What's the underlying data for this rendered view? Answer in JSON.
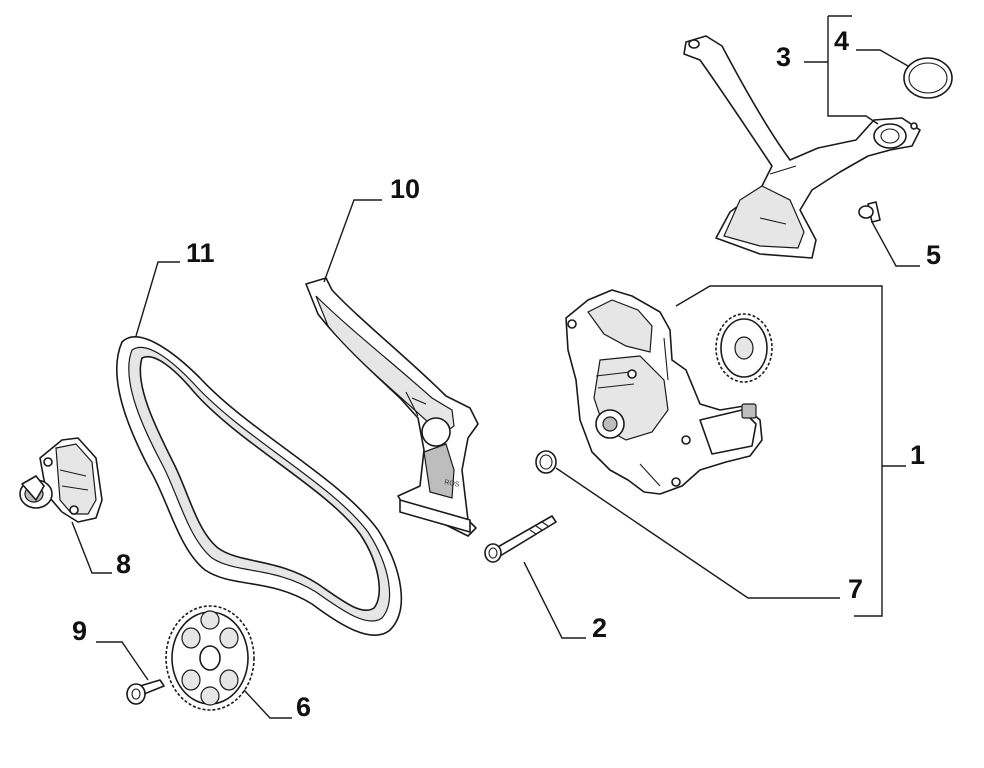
{
  "callouts": [
    {
      "id": "1",
      "text": "1",
      "part": "oil-pump"
    },
    {
      "id": "2",
      "text": "2",
      "part": "bolt"
    },
    {
      "id": "3",
      "text": "3",
      "part": "oil-pickup-pipe"
    },
    {
      "id": "4",
      "text": "4",
      "part": "o-ring"
    },
    {
      "id": "5",
      "text": "5",
      "part": "screw"
    },
    {
      "id": "6",
      "text": "6",
      "part": "sprocket"
    },
    {
      "id": "7",
      "text": "7",
      "part": "seal-ring"
    },
    {
      "id": "8",
      "text": "8",
      "part": "chain-tensioner"
    },
    {
      "id": "9",
      "text": "9",
      "part": "sprocket-bolt"
    },
    {
      "id": "10",
      "text": "10",
      "part": "chain-guide"
    },
    {
      "id": "11",
      "text": "11",
      "part": "drive-chain"
    }
  ],
  "part_markings": {
    "guide_stamp": "ROS"
  }
}
